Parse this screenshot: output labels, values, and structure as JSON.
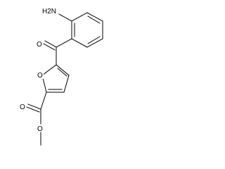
{
  "atoms": {
    "amine": "H2N",
    "ketone_oxygen": "O",
    "furan_oxygen": "O",
    "ester_carbonyl_oxygen": "O",
    "ester_ether_oxygen": "O"
  },
  "colors": {
    "bond": "#000000",
    "background": "#ffffff"
  }
}
